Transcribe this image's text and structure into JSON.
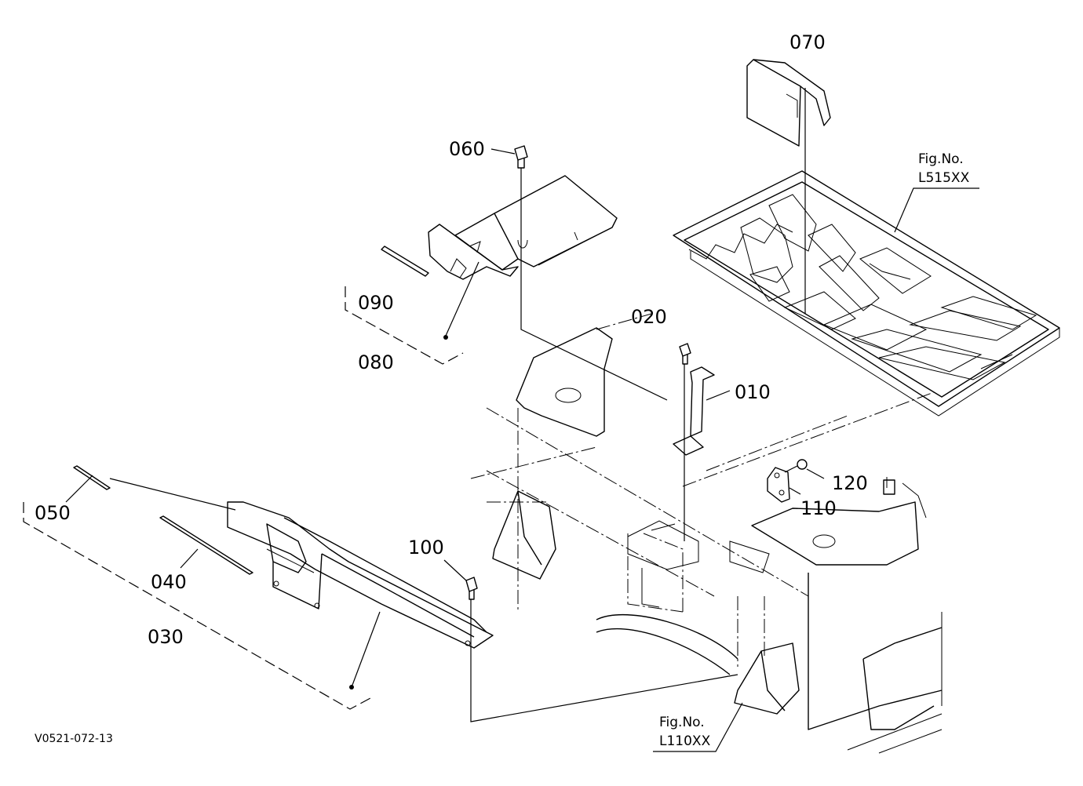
{
  "diagram_code": "V0521-072-13",
  "parts": [
    {
      "id": "p010",
      "label": "010"
    },
    {
      "id": "p020",
      "label": "020"
    },
    {
      "id": "p030",
      "label": "030"
    },
    {
      "id": "p040",
      "label": "040"
    },
    {
      "id": "p050",
      "label": "050"
    },
    {
      "id": "p060",
      "label": "060"
    },
    {
      "id": "p070",
      "label": "070"
    },
    {
      "id": "p080",
      "label": "080"
    },
    {
      "id": "p090",
      "label": "090"
    },
    {
      "id": "p100",
      "label": "100"
    },
    {
      "id": "p110",
      "label": "110"
    },
    {
      "id": "p120",
      "label": "120"
    }
  ],
  "references": [
    {
      "id": "floor",
      "line1": "Fig.No.",
      "line2": "L515XX"
    },
    {
      "id": "body",
      "line1": "Fig.No.",
      "line2": "L110XX"
    }
  ]
}
